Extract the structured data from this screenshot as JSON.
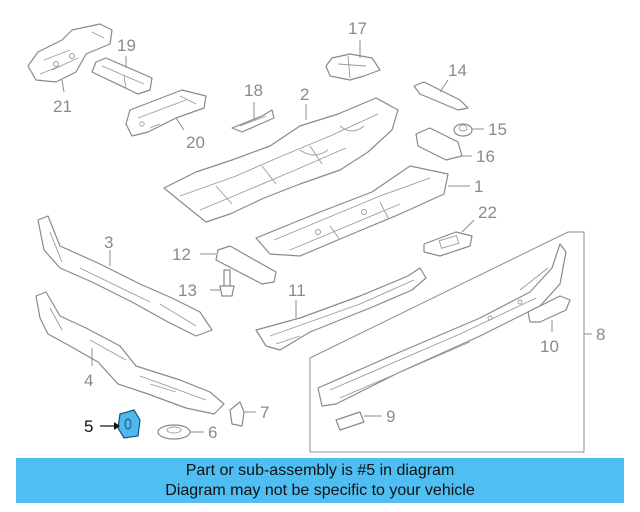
{
  "callouts": {
    "c1": "1",
    "c2": "2",
    "c3": "3",
    "c4": "4",
    "c5": "5",
    "c6": "6",
    "c7": "7",
    "c8": "8",
    "c9": "9",
    "c10": "10",
    "c11": "11",
    "c12": "12",
    "c13": "13",
    "c14": "14",
    "c15": "15",
    "c16": "16",
    "c17": "17",
    "c18": "18",
    "c19": "19",
    "c20": "20",
    "c21": "21",
    "c22": "22"
  },
  "highlighted_part": "5",
  "colors": {
    "highlight": "#4fb8ee",
    "banner": "#4fbef3",
    "line": "#8a8a8a"
  },
  "banner": {
    "line1": "Part or sub-assembly is #5 in diagram",
    "line2": "Diagram may not be specific to your vehicle"
  }
}
